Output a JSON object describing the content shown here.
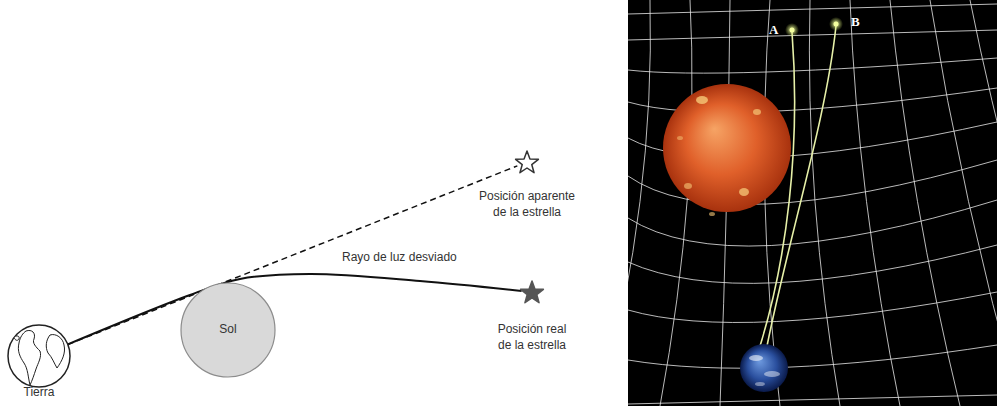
{
  "diagram": {
    "nodes": [
      {
        "text": [
          "Tierra"
        ]
      },
      {
        "text": [
          "Sol"
        ]
      },
      {
        "text": [
          "Posición aparente de la estrella"
        ]
      },
      {
        "text": [
          "Posición real de la estrella"
        ]
      }
    ],
    "edges": [
      {
        "from": 0,
        "to": 2,
        "arrow": "none"
      },
      {
        "from": 0,
        "to": 3,
        "arrow": "none",
        "label": "Rayo de luz desviado"
      }
    ],
    "labels": [
      "A",
      "B"
    ]
  }
}
